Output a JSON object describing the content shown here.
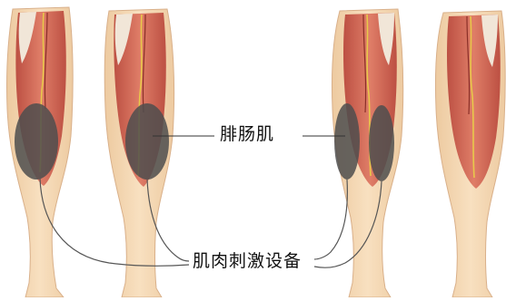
{
  "labels": {
    "muscle": "腓肠肌",
    "device": "肌肉刺激设备"
  },
  "colors": {
    "skin": "#f6d9b5",
    "skin_shade": "#e9c39a",
    "muscle_red": "#cf5a48",
    "muscle_dark": "#a63a30",
    "tendon": "#efe6da",
    "nerve_yellow": "#e8c84a",
    "electrode_pad": "#4d4d4d",
    "wire": "#555555",
    "leader_line": "#333333"
  },
  "figures": {
    "legs": [
      {
        "view": "posterior-left",
        "electrode": "single-pad"
      },
      {
        "view": "posterior-left",
        "electrode": "single-pad"
      },
      {
        "view": "posterior-right",
        "electrode": "dual-pad"
      },
      {
        "view": "posterior-right",
        "electrode": "none"
      }
    ]
  }
}
